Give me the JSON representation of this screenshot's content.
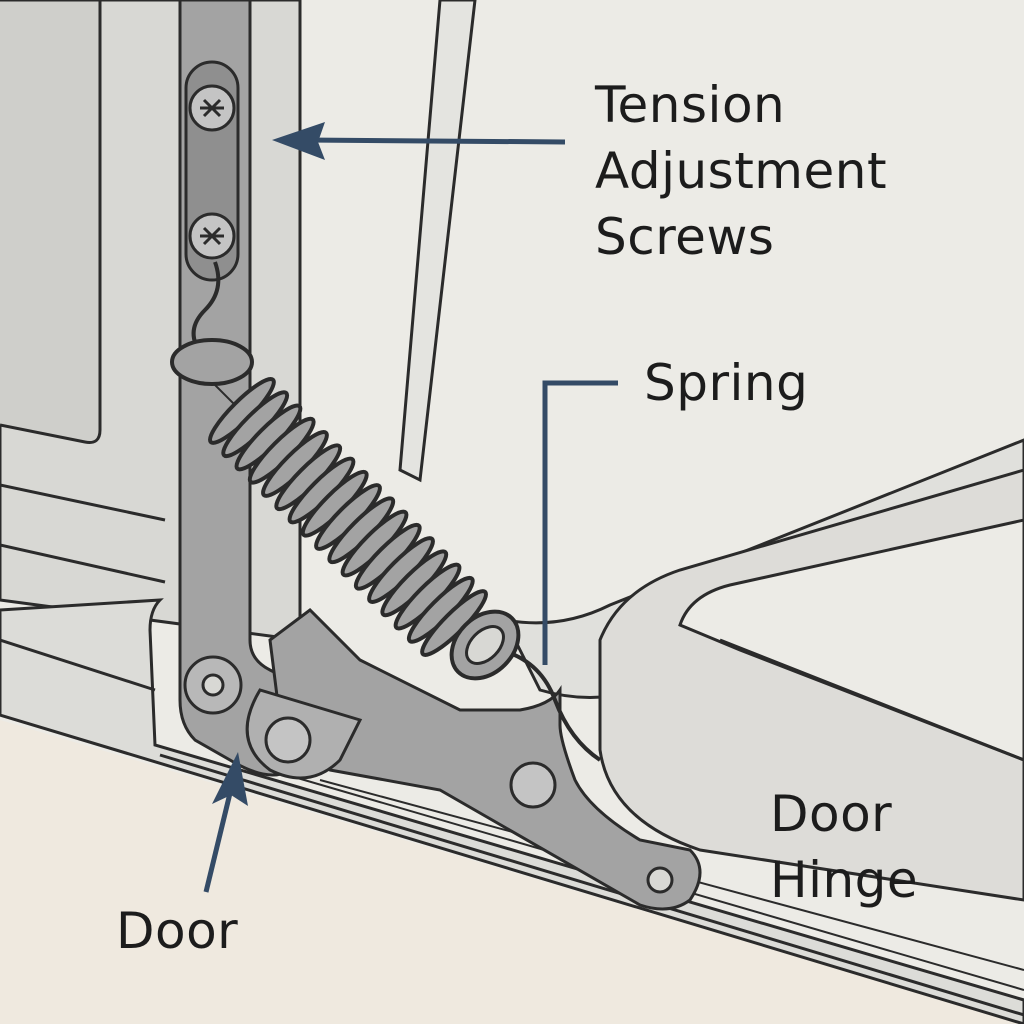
{
  "labels": {
    "tension_adjustment_screws": [
      "Tension",
      "Adjustment",
      "Screws"
    ],
    "spring": "Spring",
    "door_hinge": [
      "Door",
      "Hinge"
    ],
    "door": "Door"
  },
  "colors": {
    "background": "#ecebe6",
    "panel": "#dcdcd8",
    "metal": "#a3a3a3",
    "outline": "#2b2b2b",
    "leader": "#344b66",
    "text": "#1c1c1c"
  }
}
